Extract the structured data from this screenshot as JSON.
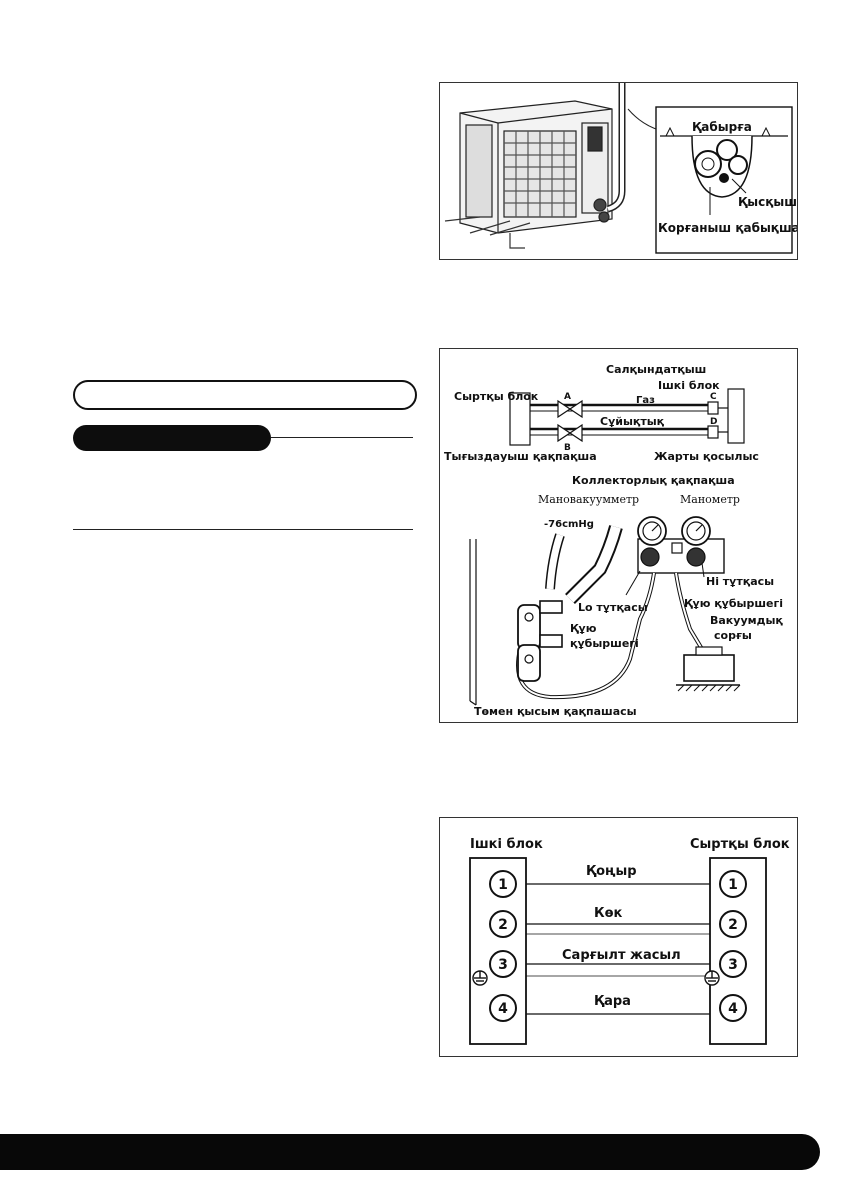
{
  "figure1": {
    "labels": {
      "wall": "Қабырға",
      "clamp": "Қысқыш",
      "protective_sleeve": "Корғаныш қабықша"
    }
  },
  "figure2": {
    "labels": {
      "refrigerant": "Салқындатқыш",
      "outdoor_unit": "Сыртқы блок",
      "indoor_unit": "Ішкі блок",
      "gas": "Газ",
      "liquid": "Сұйықтық",
      "valve_a": "A",
      "valve_b": "B",
      "port_c": "C",
      "port_d": "D",
      "sealing_valve": "Тығыздауыш қақпақша",
      "half_connection": "Жарты қосылыс",
      "manifold_valve": "Коллекторлық қақпақша",
      "vacuum_gauge": "Мановакуумметр",
      "pressure_gauge": "Манометр",
      "reading": "-76cmHg",
      "hi_handle": "Hi тұтқасы",
      "lo_handle": "Lo тұтқасы",
      "charge_hose_right": "Құю құбыршегі",
      "vacuum_pump_line1": "Вакуумдық",
      "vacuum_pump_line2": "сорғы",
      "charge_hose_left_line1": "Құю",
      "charge_hose_left_line2": "құбыршегі",
      "low_pressure_valve": "Төмен қысым қақпашасы"
    }
  },
  "figure3": {
    "indoor_title": "Ішкі блок",
    "outdoor_title": "Сыртқы блок",
    "terminals": [
      "1",
      "2",
      "3",
      "4"
    ],
    "wires": [
      {
        "label": "Қоңыр"
      },
      {
        "label": "Көк"
      },
      {
        "label": "Сарғылт жасыл"
      },
      {
        "label": "Қара"
      }
    ]
  }
}
